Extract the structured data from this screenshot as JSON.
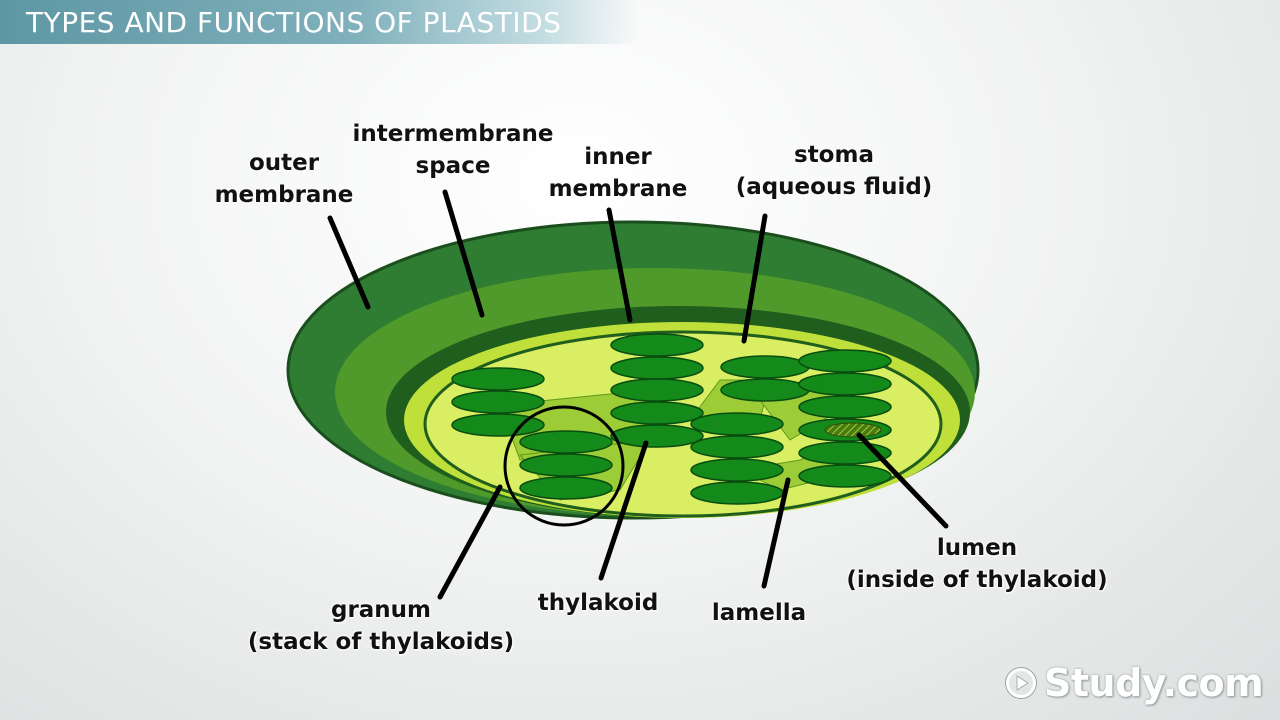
{
  "header": {
    "title": "TYPES AND FUNCTIONS OF PLASTIDS"
  },
  "diagram": {
    "labels": [
      {
        "key": "outer_membrane",
        "text": "outer\nmembrane"
      },
      {
        "key": "intermembrane_space",
        "text": "intermembrane\nspace"
      },
      {
        "key": "inner_membrane",
        "text": "inner\nmembrane"
      },
      {
        "key": "stoma",
        "text": "stoma\n(aqueous fluid)"
      },
      {
        "key": "granum",
        "text": "granum\n(stack of thylakoids)"
      },
      {
        "key": "thylakoid",
        "text": "thylakoid"
      },
      {
        "key": "lamella",
        "text": "lamella"
      },
      {
        "key": "lumen",
        "text": "lumen\n(inside of thylakoid)"
      }
    ],
    "colors": {
      "outer_membrane": "#2e7d32",
      "intermembrane": "#4f9a2a",
      "inner_membrane": "#1f5e1c",
      "stroma": "#d9ee63",
      "thylakoid": "#138a1a",
      "lamella": "#9ccc36",
      "pointer": "#000000"
    }
  },
  "branding": {
    "logo_text": "Study.com",
    "logo_icon": "play-circle-icon"
  }
}
